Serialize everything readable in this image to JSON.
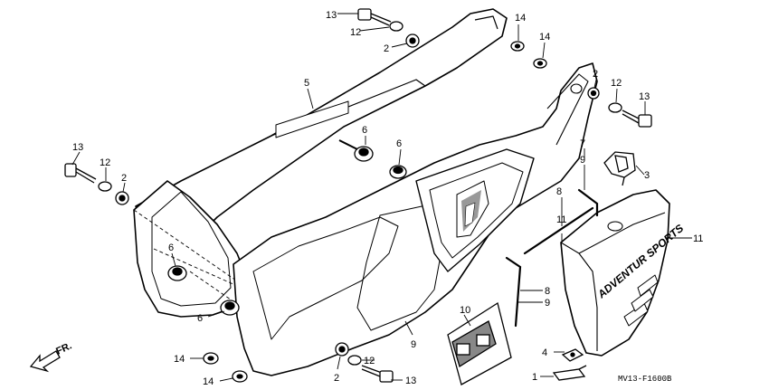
{
  "diagram": {
    "drawing_code": "MV13-F1600B",
    "direction_label": "FR.",
    "cover_brand_text": "ADVENTUR SPORTS",
    "callouts": {
      "c13a": "13",
      "c12a": "12",
      "c2a": "2",
      "c14a": "14",
      "c14b": "14",
      "c5": "5",
      "c6a": "6",
      "c6b": "6",
      "c6c": "6",
      "c6d": "6",
      "c2b": "2",
      "c12b": "12",
      "c13b": "13",
      "c7": "7",
      "c9a": "9",
      "c3": "3",
      "c13c": "13",
      "c12c": "12",
      "c2c": "2",
      "c8a": "8",
      "c11a": "11",
      "c11b": "11",
      "c8b": "8",
      "c9b": "9",
      "c10": "10",
      "c9c": "9",
      "c14c": "14",
      "c14d": "14",
      "c2d": "2",
      "c12d": "12",
      "c13d": "13",
      "c4": "4",
      "c1": "1"
    }
  }
}
